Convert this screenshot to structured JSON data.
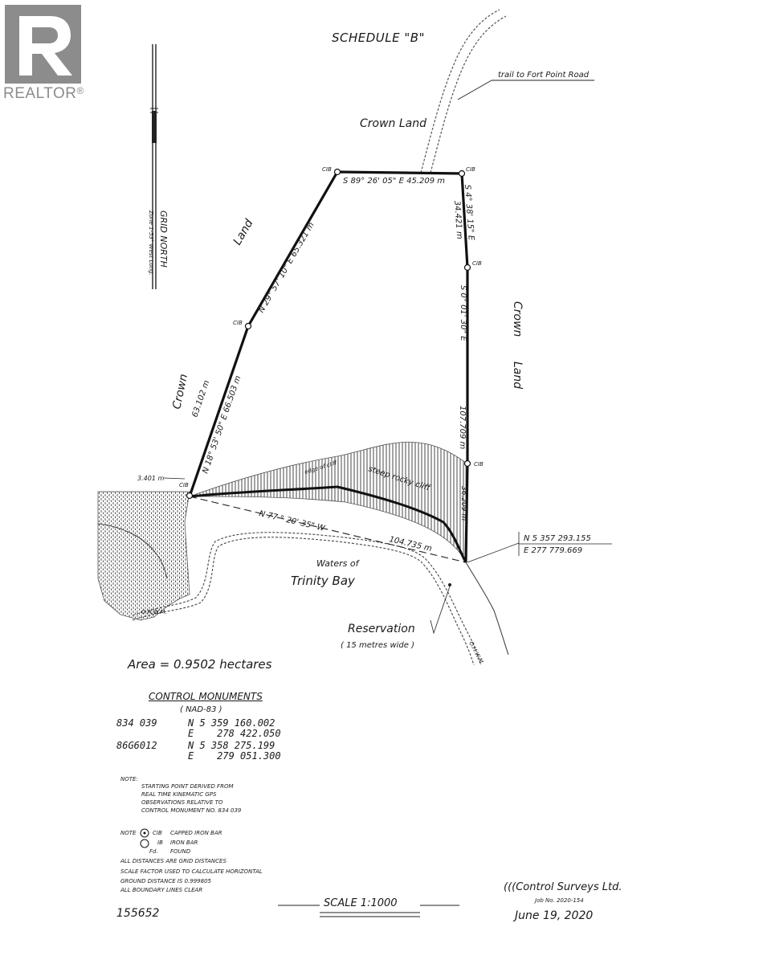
{
  "brand": {
    "name": "REALTOR",
    "mark": "®",
    "color": "#8c8c8c"
  },
  "title": "SCHEDULE \"B\"",
  "north": {
    "label": "GRID NORTH",
    "sub": "Zone 1-53° West Long."
  },
  "trail_label": "trail to Fort Point Road",
  "areas": {
    "crown_top": "Crown Land",
    "crown_left_1": "Crown",
    "crown_left_2": "Land",
    "crown_right_1": "Crown",
    "crown_right_2": "Land"
  },
  "bearings": {
    "top": "S 89° 26' 05\" E 45.209 m",
    "upper_left": "N 29° 57' 10\" E 65.321 m",
    "lower_left_a": "N 18° 53' 50\" E 66.503 m",
    "lower_left_b": "63.102 m",
    "right_upper_a": "S 4° 38' 15\" E",
    "right_upper_b": "34.421 m",
    "right_mid": "S 0° 01' 30\" E",
    "right_mid_dist": "107.709 m",
    "right_low": "36.209 m",
    "bottom": "N 77 ° 20' 35\" W",
    "bottom_dist": "104.735 m",
    "left_short": "3.401 m"
  },
  "corner_label": "CIB",
  "cliff": {
    "edge": "edge of cliff",
    "rocky": "steep rocky cliff"
  },
  "hwm": "O.H.W.M.",
  "water": {
    "line1": "Waters of",
    "line2": "Trinity Bay"
  },
  "reservation": {
    "title": "Reservation",
    "width": "( 15 metres wide )"
  },
  "coord_box": {
    "n": "N 5 357 293.155",
    "e": "E  277 779.669"
  },
  "area_text": "Area = 0.9502 hectares",
  "control": {
    "title": "CONTROL MONUMENTS",
    "datum": "( NAD-83 )",
    "rows": [
      {
        "id": "834 039",
        "n": "N 5 359 160.002",
        "e": "E    278 422.050"
      },
      {
        "id": "86G6012",
        "n": "N 5 358 275.199",
        "e": "E    279 051.300"
      }
    ]
  },
  "note1": {
    "label": "NOTE:",
    "lines": [
      "STARTING POINT DERIVED FROM",
      "REAL TIME KINEMATIC GPS",
      "OBSERVATIONS RELATIVE TO",
      "CONTROL MONUMENT NO. 834 039"
    ]
  },
  "legend": {
    "label": "NOTE",
    "items": [
      {
        "code": "CIB",
        "desc": "CAPPED IRON BAR"
      },
      {
        "code": "IB",
        "desc": "IRON BAR"
      },
      {
        "code": "Fd.",
        "desc": "FOUND"
      }
    ]
  },
  "notes_more": [
    "ALL DISTANCES ARE GRID DISTANCES",
    "SCALE FACTOR USED TO CALCULATE HORIZONTAL",
    "GROUND DISTANCE IS 0.999805",
    "ALL BOUNDARY LINES CLEAR"
  ],
  "scale": "SCALE 1:1000",
  "plan_no": "155652",
  "company": "(((Control Surveys Ltd.",
  "job_no": "Job No. 2020-154",
  "date": "June 19, 2020"
}
